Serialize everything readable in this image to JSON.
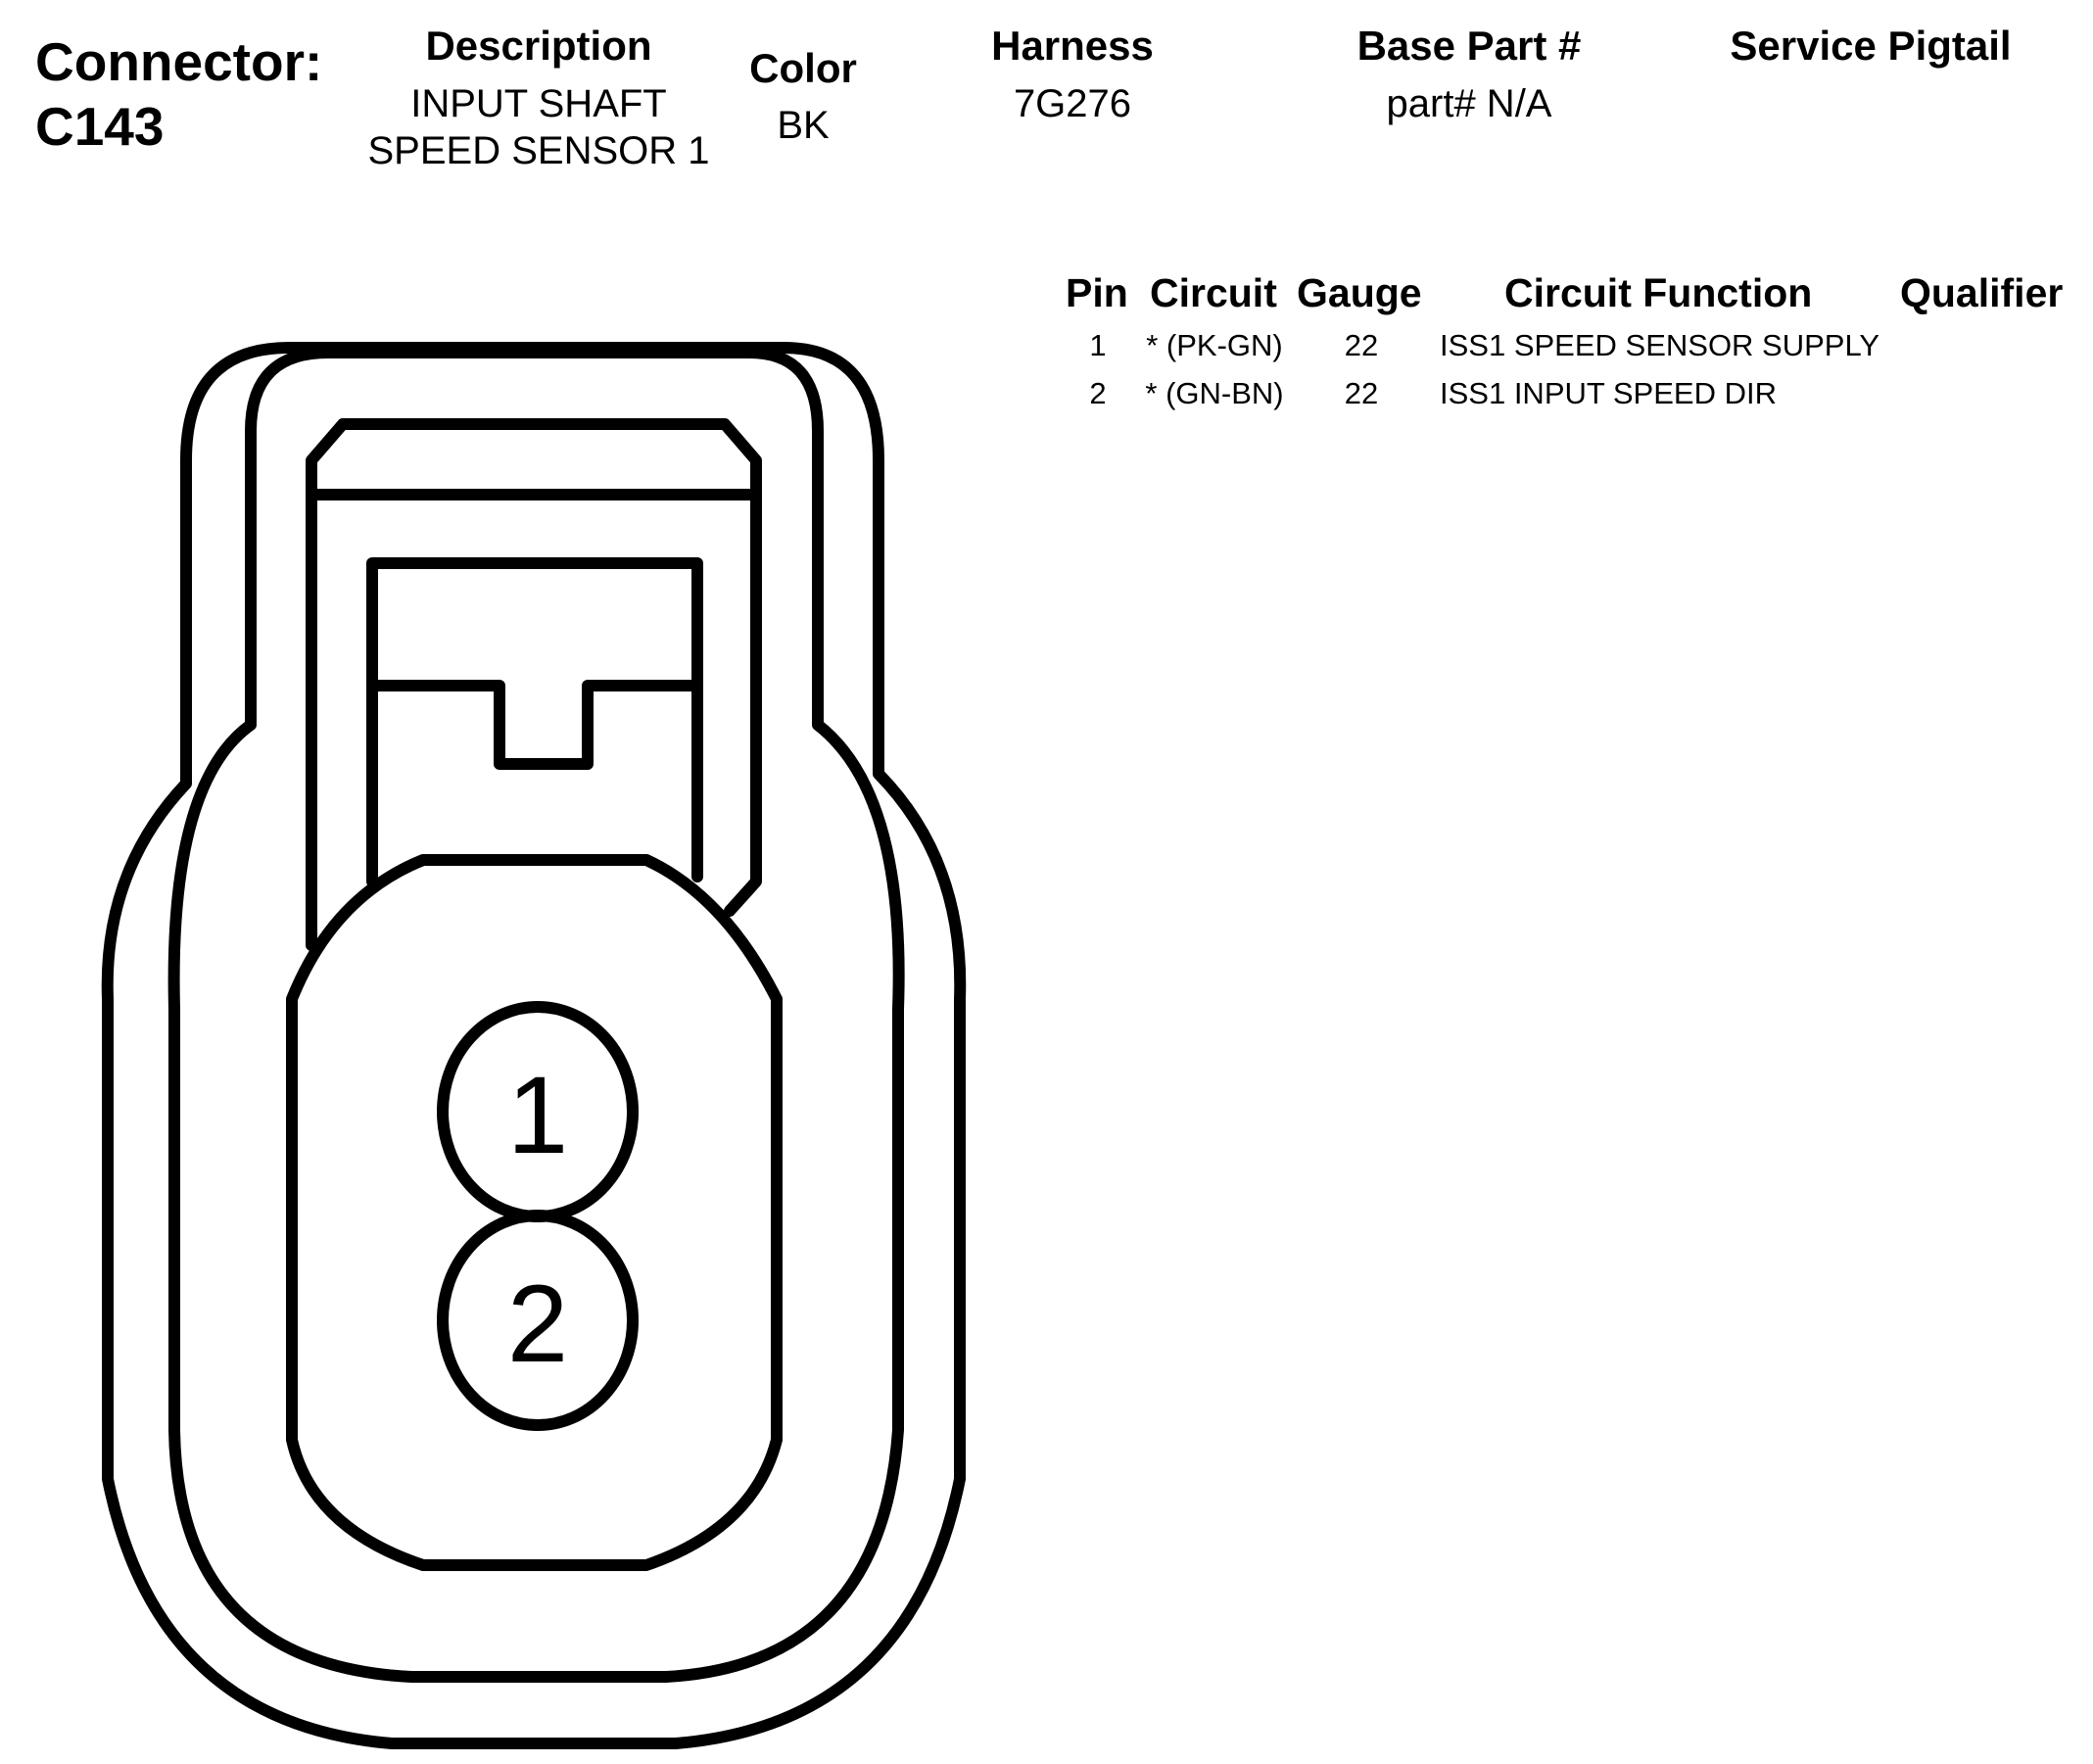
{
  "connector": {
    "label": "Connector:",
    "id": "C143"
  },
  "header": {
    "description_label": "Description",
    "description_line1": "INPUT SHAFT",
    "description_line2": "SPEED SENSOR 1",
    "color_label": "Color",
    "color_value": "BK",
    "harness_label": "Harness",
    "harness_value": "7G276",
    "base_part_label": "Base Part #",
    "base_part_value": "part# N/A",
    "service_pigtail_label": "Service Pigtail",
    "service_pigtail_value": ""
  },
  "pin_table": {
    "headers": {
      "pin": "Pin",
      "circuit": "Circuit",
      "gauge": "Gauge",
      "function": "Circuit Function",
      "qualifier": "Qualifier"
    },
    "rows": [
      {
        "pin": "1",
        "circuit": "* (PK-GN)",
        "gauge": "22",
        "function": "ISS1 SPEED SENSOR SUPPLY",
        "qualifier": ""
      },
      {
        "pin": "2",
        "circuit": "* (GN-BN)",
        "gauge": "22",
        "function": "ISS1 INPUT SPEED DIR",
        "qualifier": ""
      }
    ]
  },
  "diagram": {
    "pins": [
      "1",
      "2"
    ],
    "line_color": "#000000",
    "background": "#ffffff"
  }
}
